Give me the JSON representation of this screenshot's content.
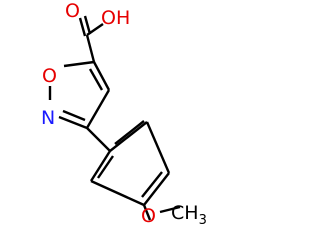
{
  "atoms": {
    "acid_oh": "OH",
    "acid_o": "O",
    "ring_o": "O",
    "ring_n": "N",
    "methoxy_o": "O",
    "methyl": "CH3",
    "methyl_main": "CH",
    "methyl_sub": "3"
  },
  "colors": {
    "oxygen": "#e60000",
    "nitrogen": "#1a1aff",
    "carbon": "#000000",
    "background": "#ffffff"
  }
}
